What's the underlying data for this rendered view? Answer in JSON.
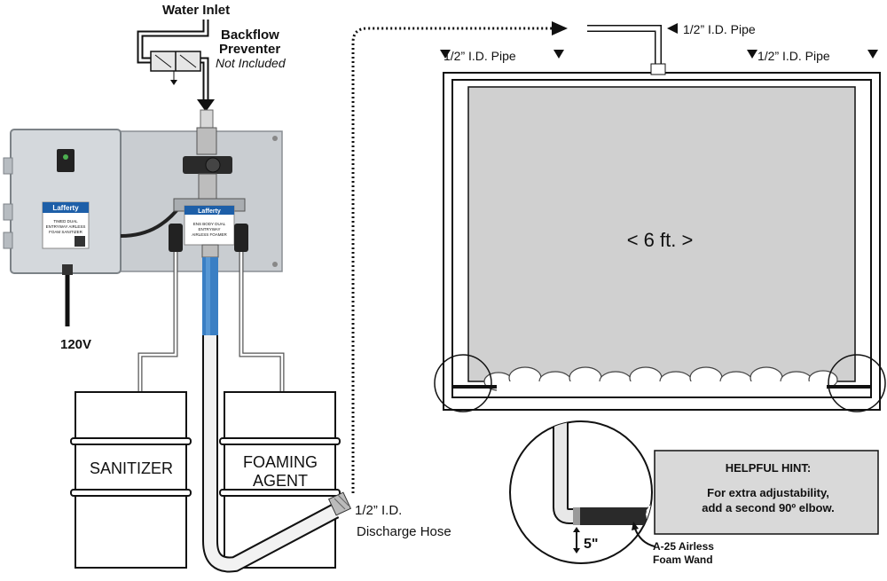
{
  "labels": {
    "water_inlet": "Water Inlet",
    "backflow_line1": "Backflow",
    "backflow_line2": "Preventer",
    "backflow_line3": "Not Included",
    "voltage": "120V",
    "sanitizer": "SANITIZER",
    "foaming_line1": "FOAMING",
    "foaming_line2": "AGENT",
    "discharge_line1": "1/2” I.D.",
    "discharge_line2": "Discharge Hose",
    "pipe_top": "1/2” I.D. Pipe",
    "pipe_left": "1/2” I.D. Pipe",
    "pipe_right": "1/2” I.D. Pipe",
    "opening": "< 6 ft. >",
    "hint_title": "HELPFUL HINT:",
    "hint_line1": "For extra adjustability,",
    "hint_line2": "add a second 90º elbow.",
    "height": "5\"",
    "wand_line1": "A-25 Airless",
    "wand_line2": "Foam Wand"
  },
  "box_label": {
    "brand": "Lafferty",
    "line1": "TIMED DUAL",
    "line2": "ENTRYWAY AIRLESS",
    "line3": "FOAM SANITIZER"
  },
  "foamer_label": {
    "brand": "Lafferty",
    "line1": "ENS BODY DUAL",
    "line2": "ENTRYWAY",
    "line3": "AIRLESS FOAMER"
  },
  "colors": {
    "steel": "#c9cdd1",
    "enclosure": "#d4d8dc",
    "hose_blue": "#3a7fc4",
    "lafferty_blue": "#1d5fa8",
    "opening_gray": "#d0d0d0",
    "hint_gray": "#d9d9d9"
  }
}
